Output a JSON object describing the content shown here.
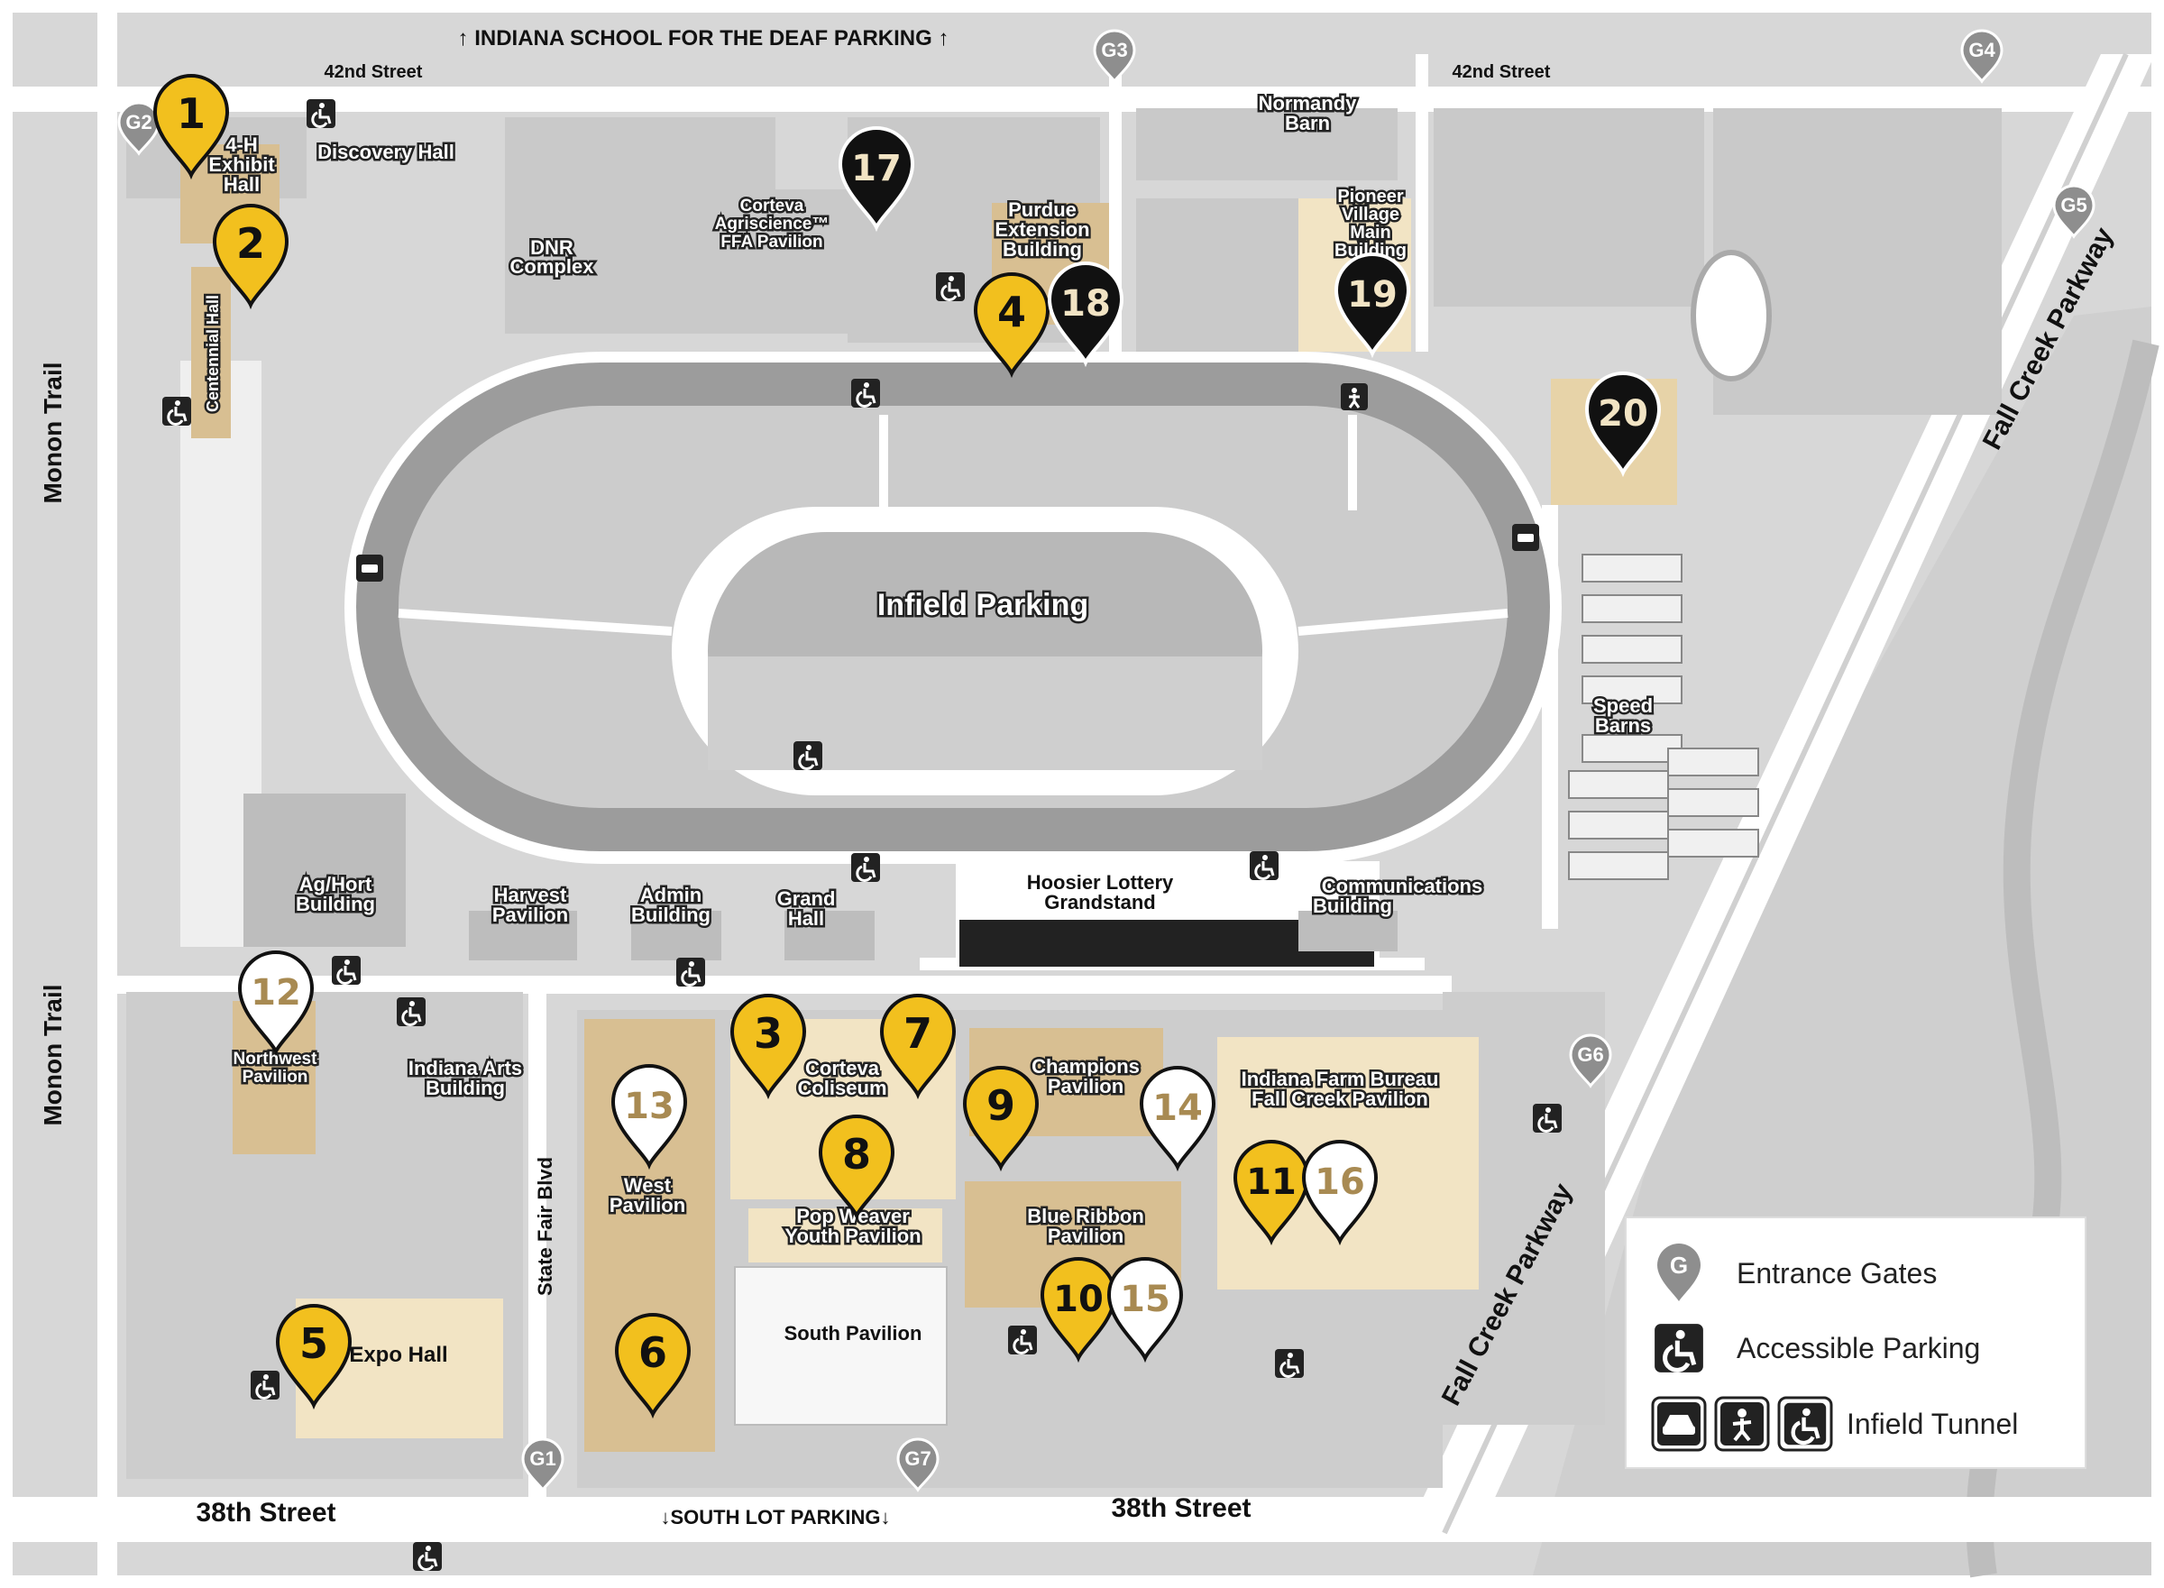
{
  "streets": {
    "top_parking": "↑ INDIANA SCHOOL FOR THE DEAF PARKING ↑",
    "street_42_left": "42nd Street",
    "street_42_right": "42nd Street",
    "monon_upper": "Monon Trail",
    "monon_lower": "Monon Trail",
    "fall_creek_upper": "Fall Creek Parkway",
    "fall_creek_lower": "Fall Creek Parkway",
    "street_38_left": "38th Street",
    "street_38_right": "38th Street",
    "south_lot": "↓SOUTH LOT PARKING↓",
    "state_fair_blvd": "State Fair Blvd"
  },
  "gates": [
    "G1",
    "G2",
    "G3",
    "G4",
    "G5",
    "G6",
    "G7"
  ],
  "buildings": {
    "exhibit_hall_1": "4-H",
    "exhibit_hall_2": "Exhibit",
    "exhibit_hall_3": "Hall",
    "discovery_hall": "Discovery Hall",
    "dnr_1": "DNR",
    "dnr_2": "Complex",
    "corteva_ffa_1": "Corteva",
    "corteva_ffa_2": "Agriscience™",
    "corteva_ffa_3": "FFA Pavilion",
    "purdue_1": "Purdue",
    "purdue_2": "Extension",
    "purdue_3": "Building",
    "normandy_1": "Normandy",
    "normandy_2": "Barn",
    "pioneer_1": "Pioneer",
    "pioneer_2": "Village",
    "pioneer_3": "Main",
    "pioneer_4": "Building",
    "centennial": "Centennial Hall",
    "infield_parking": "Infield Parking",
    "speed_barns_1": "Speed",
    "speed_barns_2": "Barns",
    "ag_hort_1": "Ag/Hort",
    "ag_hort_2": "Building",
    "harvest_1": "Harvest",
    "harvest_2": "Pavilion",
    "admin_1": "Admin",
    "admin_2": "Building",
    "grand_hall_1": "Grand",
    "grand_hall_2": "Hall",
    "grandstand_1": "Hoosier Lottery",
    "grandstand_2": "Grandstand",
    "communications_1": "Communications",
    "communications_2": "Building",
    "northwest_1": "Northwest",
    "northwest_2": "Pavilion",
    "indiana_arts_1": "Indiana Arts",
    "indiana_arts_2": "Building",
    "west_pav_1": "West",
    "west_pav_2": "Pavilion",
    "coliseum_1": "Corteva",
    "coliseum_2": "Coliseum",
    "pop_weaver_1": "Pop Weaver",
    "pop_weaver_2": "Youth Pavilion",
    "south_pavilion": "South Pavilion",
    "champions_1": "Champions",
    "champions_2": "Pavilion",
    "blue_ribbon_1": "Blue Ribbon",
    "blue_ribbon_2": "Pavilion",
    "farm_bureau_1": "Indiana Farm Bureau",
    "farm_bureau_2": "Fall Creek Pavilion",
    "expo_hall": "Expo Hall"
  },
  "pins": {
    "p1": "1",
    "p2": "2",
    "p3": "3",
    "p4": "4",
    "p5": "5",
    "p6": "6",
    "p7": "7",
    "p8": "8",
    "p9": "9",
    "p10": "10",
    "p11": "11",
    "p12": "12",
    "p13": "13",
    "p14": "14",
    "p15": "15",
    "p16": "16",
    "p17": "17",
    "p18": "18",
    "p19": "19",
    "p20": "20"
  },
  "legend": {
    "gate_symbol": "G",
    "entrance_gates": "Entrance Gates",
    "accessible_parking": "Accessible Parking",
    "infield_tunnel": "Infield Tunnel"
  },
  "colors": {
    "gold_pin": "#f2c01e",
    "black_pin": "#111111",
    "white_pin": "#ffffff",
    "tan_building": "#d8bf92",
    "light_tan": "#f2e4c4",
    "road": "#ffffff",
    "ground": "#d9d9d9",
    "track": "#9a9a9a",
    "gate": "#8e8e8e"
  },
  "icons": {
    "gate": "map-pin-icon",
    "accessible": "wheelchair-icon",
    "tunnel_car": "car-icon",
    "tunnel_walk": "pedestrian-icon"
  }
}
